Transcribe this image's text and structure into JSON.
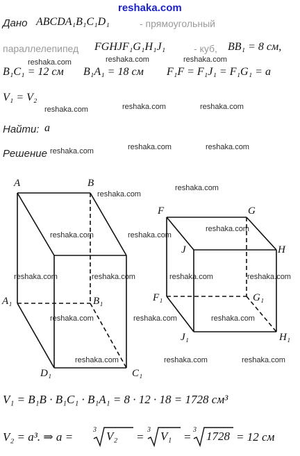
{
  "site": "reshaka.com",
  "given": {
    "heading": "Дано",
    "prism_name": "ABCDA₁B₁C₁D₁",
    "prism_type": "- прямоугольный",
    "parallelepiped_word": "параллелепипед",
    "cube_name": "FGHJF₁G₁H₁J₁",
    "cube_word": "- куб,",
    "bb1": "BB₁ = 8 см,",
    "b1c1": "B₁C₁ = 12 см",
    "b1a1": "B₁A₁ = 18 см",
    "cube_edges": "F₁F = F₁J₁ = F₁G₁ = a",
    "volumes_equal": "V₁ = V₂"
  },
  "find": {
    "heading": "Найти:",
    "value": "a"
  },
  "solution": {
    "heading": "Решение"
  },
  "labels": {
    "A": "A",
    "B": "B",
    "A1": "A₁",
    "B1": "B₁",
    "C1": "C₁",
    "D1": "D₁",
    "F": "F",
    "G": "G",
    "J": "J",
    "H": "H",
    "F1": "F₁",
    "G1": "G₁",
    "J1": "J₁",
    "H1": "H₁"
  },
  "formulas": {
    "v1": "V₁ = B₁B · B₁C₁ · B₁A₁ = 8 · 12 · 18 = 1728 см³",
    "v2_lhs": "V₂ = a³.  ⇒ a =",
    "v2_eq": "=",
    "v2_end": "= 12 см",
    "root_index": "3",
    "radicand_v2": "V₂",
    "radicand_v1": "V₁",
    "radicand_num": "1728"
  },
  "watermarks": [
    "reshaka.com",
    "reshaka.com",
    "reshaka.com",
    "reshaka.com",
    "reshaka.com",
    "reshaka.com",
    "reshaka.com",
    "reshaka.com",
    "reshaka.com",
    "reshaka.com",
    "reshaka.com",
    "reshaka.com",
    "reshaka.com",
    "reshaka.com",
    "reshaka.com",
    "reshaka.com",
    "reshaka.com",
    "reshaka.com",
    "reshaka.com",
    "reshaka.com",
    "reshaka.com",
    "reshaka.com",
    "reshaka.com",
    "reshaka.com",
    "reshaka.com",
    "reshaka.com"
  ]
}
